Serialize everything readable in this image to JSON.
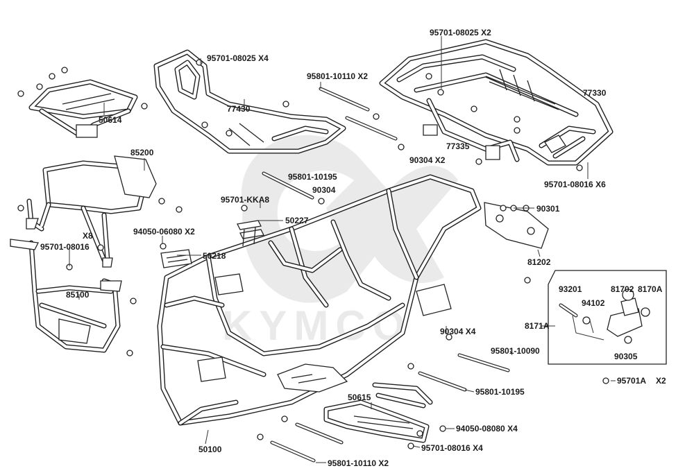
{
  "watermark": {
    "brand": "KYMCO"
  },
  "labels": {
    "p50614": "50614",
    "p77430": "77430",
    "p95701_08025_x4": "95701-08025 X4",
    "p95801_10110_x2_top": "95801-10110 X2",
    "p95701_08025_x2": "95701-08025 X2",
    "p77330": "77330",
    "p77335": "77335",
    "p90304_x2": "90304  X2",
    "p95701_08016_x6": "95701-08016 X6",
    "p85200": "85200",
    "p95801_10195_top": "95801-10195",
    "p90304": "90304",
    "p95701_kka8": "95701-KKA8",
    "p50227": "50227",
    "p90301": "90301",
    "p94050_06080_x2": "94050-06080 X2",
    "p50218": "50218",
    "p81202": "81202",
    "p95701_08016_x8_a": "X8",
    "p95701_08016_x8_b": "95701-08016",
    "p85100": "85100",
    "p93201": "93201",
    "p81702": "81702",
    "p8170A": "8170A",
    "p94102": "94102",
    "p8171A": "8171A",
    "p90305": "90305",
    "p90304_x4": "90304  X4",
    "p95801_10090": "95801-10090",
    "p95701A": "95701A",
    "p95701A_x2": "X2",
    "p50615": "50615",
    "p95801_10195_bottom": "95801-10195",
    "p94050_08080_x4": "94050-08080 X4",
    "p95701_08016_x4": "95701-08016 X4",
    "p50100": "50100",
    "p95801_10110_x2_bottom": "95801-10110 X2"
  }
}
